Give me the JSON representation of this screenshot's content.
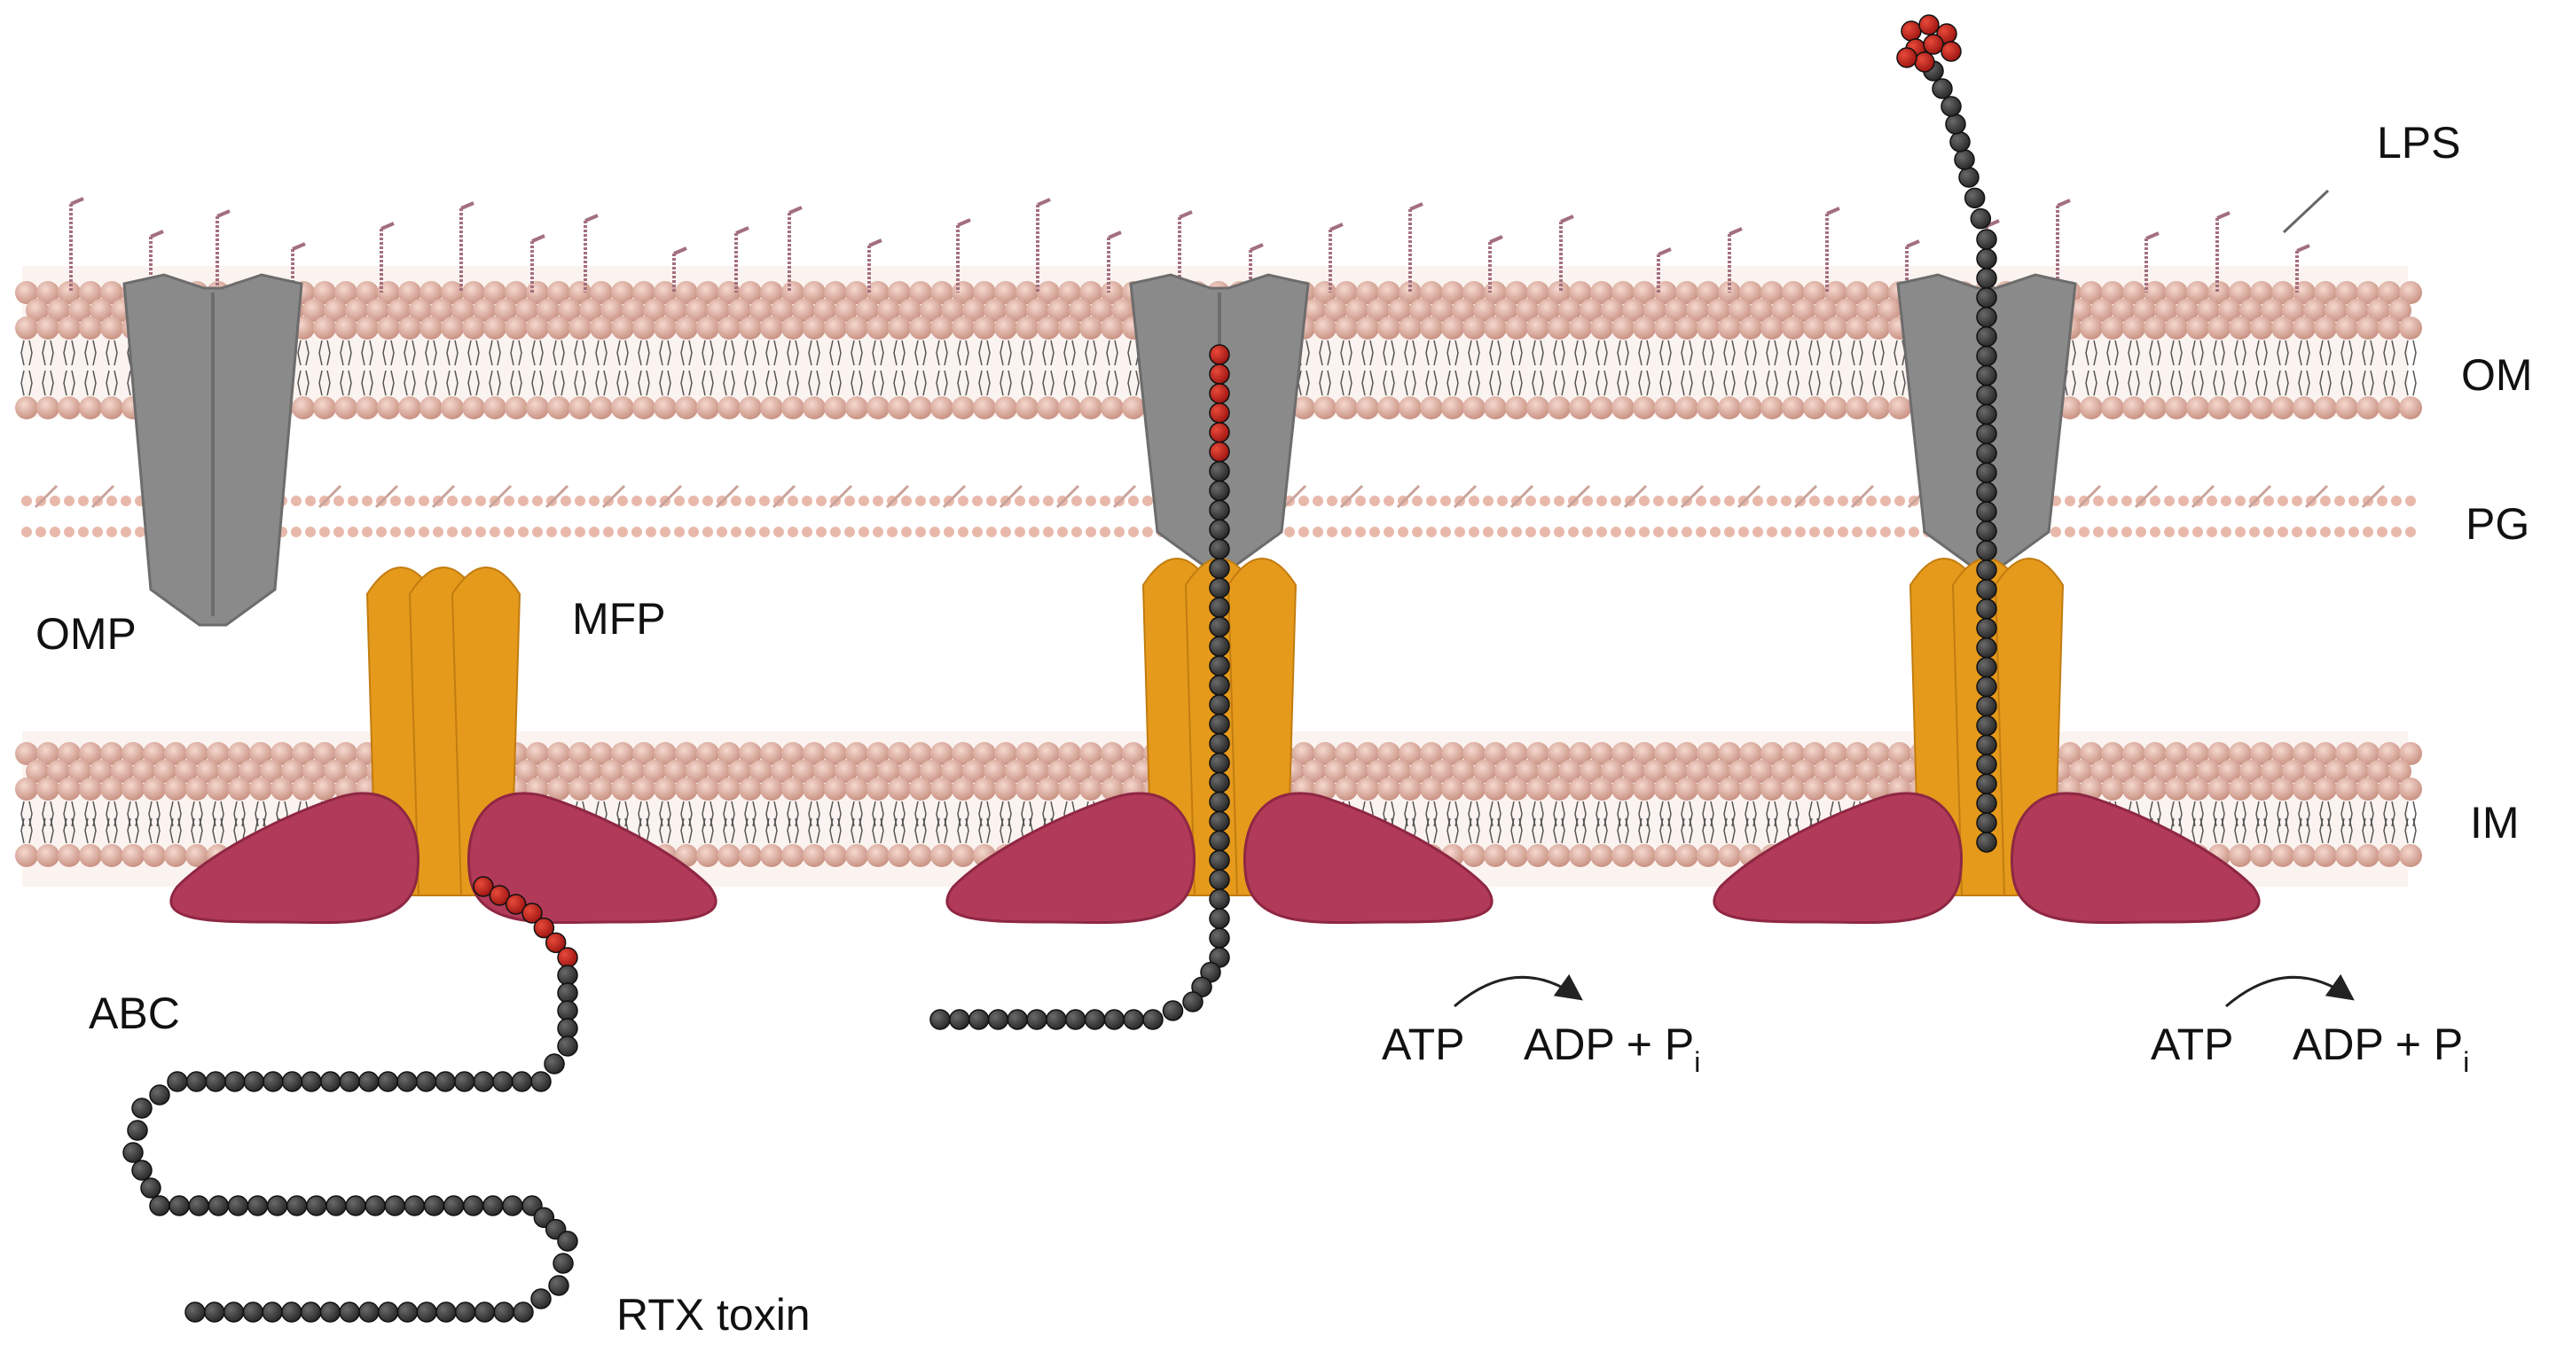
{
  "membranes": {
    "outer": "OM",
    "peptidoglycan": "PG",
    "inner": "IM"
  },
  "components": {
    "omp": "OMP",
    "mfp": "MFP",
    "abc": "ABC",
    "lps": "LPS",
    "toxin": "RTX toxin"
  },
  "reactions": [
    {
      "substrate": "ATP",
      "product": "ADP + P",
      "subscript": "i"
    },
    {
      "substrate": "ATP",
      "product": "ADP + P",
      "subscript": "i"
    }
  ],
  "colors": {
    "lipid_head": "#e8b9ab",
    "lipid_head_dark": "#c99384",
    "omp_gray": "#8a8a8a",
    "mfp_orange": "#e59a1c",
    "abc_crimson": "#b23a59",
    "chain_black": "#3a3a3a",
    "signal_red": "#c8201a",
    "lps_mauve": "#a36f7f"
  }
}
